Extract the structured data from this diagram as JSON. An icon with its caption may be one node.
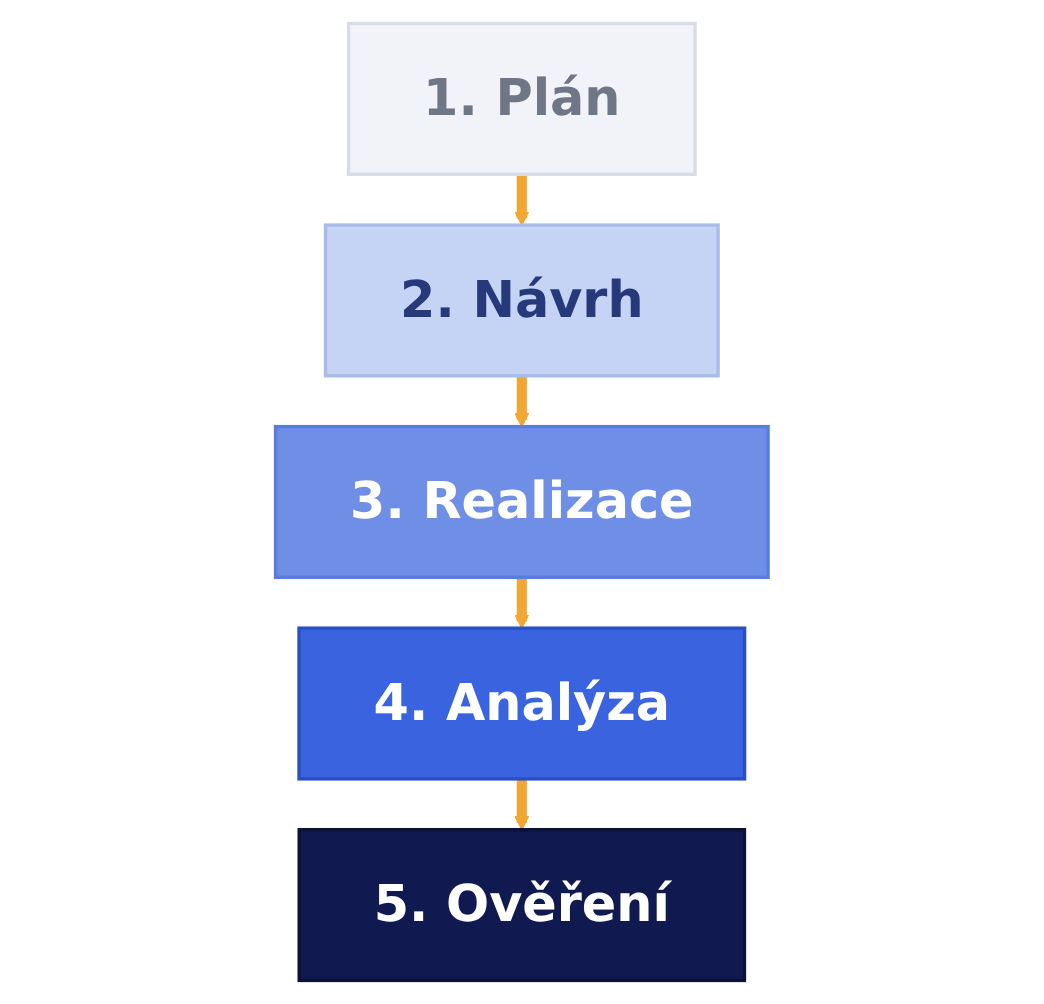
{
  "diagram": {
    "nodes": [
      {
        "text": [
          "1. Plán"
        ]
      },
      {
        "text": [
          "2. Návrh"
        ]
      },
      {
        "text": [
          "3. Realizace"
        ]
      },
      {
        "text": [
          "4. Analýza"
        ]
      },
      {
        "text": [
          "5. Ověření"
        ]
      }
    ],
    "edges": [
      {
        "from": 0,
        "to": 1,
        "arrow": "to"
      },
      {
        "from": 1,
        "to": 2,
        "arrow": "to"
      },
      {
        "from": 2,
        "to": 3,
        "arrow": "to"
      },
      {
        "from": 3,
        "to": 4,
        "arrow": "to"
      }
    ]
  }
}
